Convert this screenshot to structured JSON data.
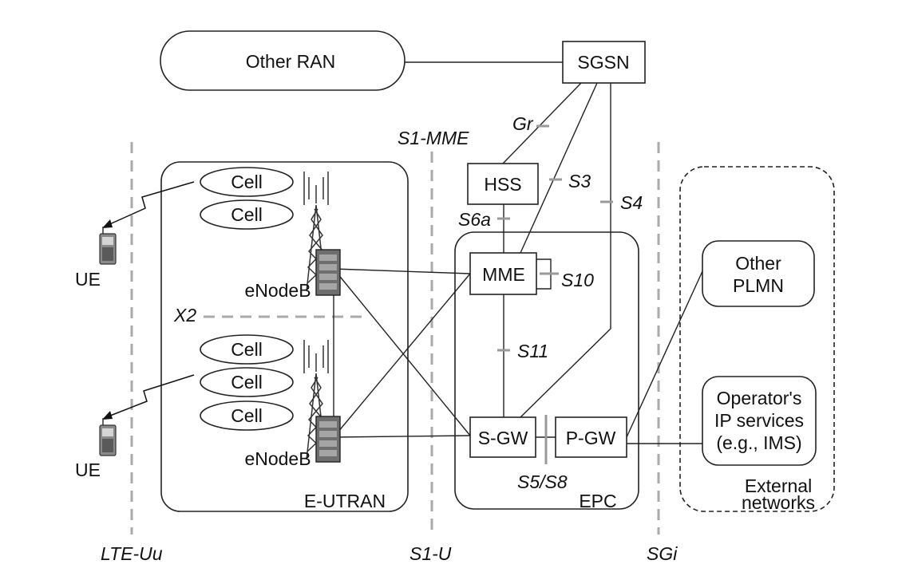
{
  "diagram": {
    "nodes": {
      "other_ran": "Other RAN",
      "sgsn": "SGSN",
      "hss": "HSS",
      "mme": "MME",
      "sgw": "S-GW",
      "pgw": "P-GW",
      "other_plmn_line1": "Other",
      "other_plmn_line2": "PLMN",
      "op_ip_line1": "Operator's",
      "op_ip_line2": "IP services",
      "op_ip_line3": "(e.g., IMS)",
      "cell": "Cell",
      "enodeb": "eNodeB",
      "ue": "UE"
    },
    "regions": {
      "eutran": "E-UTRAN",
      "epc": "EPC",
      "external_line1": "External",
      "external_line2": "networks"
    },
    "interfaces": {
      "gr": "Gr",
      "s1_mme": "S1-MME",
      "s3": "S3",
      "s4": "S4",
      "s6a": "S6a",
      "s10": "S10",
      "s11": "S11",
      "x2": "X2",
      "s5_s8": "S5/S8",
      "lte_uu": "LTE-Uu",
      "s1_u": "S1-U",
      "sgi": "SGi"
    },
    "colors": {
      "line": "#222222",
      "reference_dash": "#aaaaaa",
      "enodeb_body": "#6e6e6e"
    }
  }
}
